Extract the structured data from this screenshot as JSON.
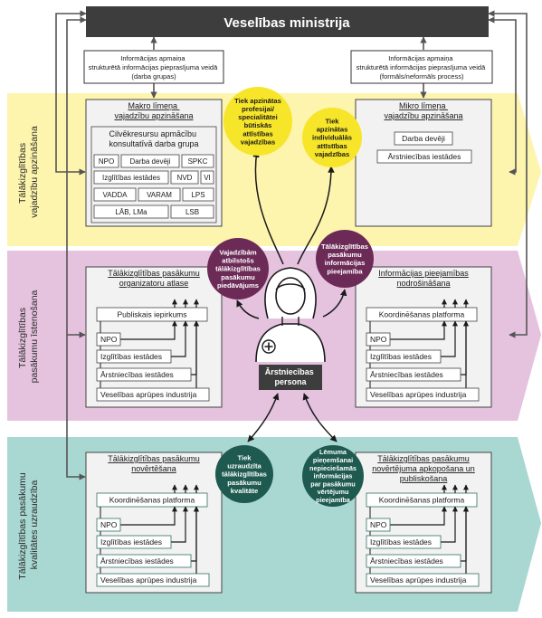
{
  "ministry": {
    "title": "Veselības ministrija"
  },
  "info_exchange_left": {
    "line1": "Informācijas apmaiņa",
    "line2": "strukturētā informācijas pieprasījuma veidā",
    "line3": "(darba grupas)"
  },
  "info_exchange_right": {
    "line1": "Informācijas apmaiņa",
    "line2": "strukturētā informācijas pieprasījuma veidā",
    "line3": "(formāls/neformāls process)"
  },
  "bands": {
    "needs": {
      "line1": "Tālākizglītības",
      "line2": "vajadzību apzināšana"
    },
    "delivery": {
      "line1": "Tālākizglītības",
      "line2": "pasākumu īstenošana"
    },
    "quality": {
      "line1": "Tālākizglītības pasākumu",
      "line2": "kvalitātes uzraudzība"
    }
  },
  "macro": {
    "title1": "Makro līmeņa",
    "title2": "vajadzību apzināšana",
    "group_line1": "Cilvēkresursu apmācību",
    "group_line2": "konsultatīvā darba grupa",
    "members": [
      "NPO",
      "Darba devēji",
      "SPKC",
      "Izglītības iestādes",
      "NVD",
      "VI",
      "VADDA",
      "VARAM",
      "LPS",
      "LĀB, LMa",
      "LSB"
    ]
  },
  "micro": {
    "title1": "Mikro līmeņa",
    "title2": "vajadzību apzināšana",
    "members": [
      "Darba devēji",
      "Ārstniecības iestādes"
    ]
  },
  "circles": {
    "skills": [
      "Tiek apzinātas",
      "profesijai/",
      "specialitātei",
      "būtiskās",
      "attīstības",
      "vajadzības"
    ],
    "individual": [
      "Tiek",
      "apzinātas",
      "individuālās",
      "attīstības",
      "vajadzības"
    ],
    "offer": [
      "Vajadzībām",
      "atbilstošs",
      "tālākizglītības",
      "pasākumu",
      "piedāvājums"
    ],
    "availability": [
      "Tālākizglītības",
      "pasākumu",
      "informācijas",
      "pieejamība"
    ],
    "quality": [
      "Tiek",
      "uzraudzīta",
      "tālākizglītības",
      "pasākumu",
      "kvalitāte"
    ],
    "decision": [
      "Lēmuma",
      "pieņemšanai",
      "nepieciešamās",
      "informācijas",
      "par pasākumu",
      "vērtējumu",
      "pieejamība"
    ]
  },
  "organizers": {
    "title1": "Tālākizglītības pasākumu",
    "title2": "organizatoru atlase",
    "bar": "Publiskais iepirkums",
    "items": [
      "NPO",
      "Izglītības iestādes",
      "Ārstniecības iestādes",
      "Veselības aprūpes industrija"
    ]
  },
  "info_access": {
    "title1": "Informācijas pieejamības",
    "title2": "nodrošināšana",
    "bar": "Koordinēšanas platforma",
    "items": [
      "NPO",
      "Izglītības iestādes",
      "Ārstniecības iestādes",
      "Veselības aprūpes industrija"
    ]
  },
  "evaluation": {
    "title1": "Tālākizglītības pasākumu",
    "title2": "novērtēšana",
    "bar": "Koordinēšanas platforma",
    "items": [
      "NPO",
      "Izglītības iestādes",
      "Ārstniecības iestādes",
      "Veselības aprūpes industrija"
    ]
  },
  "publication": {
    "title1": "Tālākizglītības pasākumu",
    "title2": "novērtējuma apkopošana un",
    "title3": "publiskošana",
    "bar": "Koordinēšanas platforma",
    "items": [
      "NPO",
      "Izglītības iestādes",
      "Ārstniecības iestādes",
      "Veselības aprūpes industrija"
    ]
  },
  "person": {
    "line1": "Ārstniecības",
    "line2": "persona"
  },
  "colors": {
    "ministry": "#3d3d3d",
    "needs_band": "#fdf4ad",
    "delivery_band": "#e5c2de",
    "quality_band": "#a9d7d1",
    "yellow_circle": "#f7e52a",
    "purple_circle": "#6c2a57",
    "teal_circle": "#1e5a4f",
    "teal_box_border": "#2f6f62"
  }
}
